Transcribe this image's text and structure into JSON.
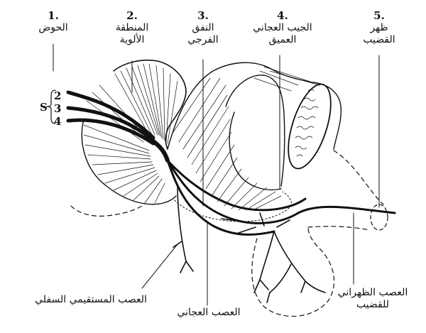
{
  "region_labels": [
    {
      "num": "1.",
      "lines": [
        "الحوض"
      ]
    },
    {
      "num": "2.",
      "lines": [
        "المنطقة",
        "الألوية"
      ]
    },
    {
      "num": "3.",
      "lines": [
        "النفق",
        "الفرجي"
      ]
    },
    {
      "num": "4.",
      "lines": [
        "الجيب العجاني",
        "العميق"
      ]
    },
    {
      "num": "5.",
      "lines": [
        "ظهر",
        "القضيب"
      ]
    }
  ],
  "nerve_labels": {
    "inferior_rectal": "العصب المستقيمي السفلي",
    "perineal": "العصب العجاني",
    "dorsal_line1": "العصب الظهراني",
    "dorsal_line2": "للقضيب"
  },
  "sacral_roots": {
    "letter": "S",
    "numbers": [
      "2",
      "3",
      "4"
    ]
  }
}
